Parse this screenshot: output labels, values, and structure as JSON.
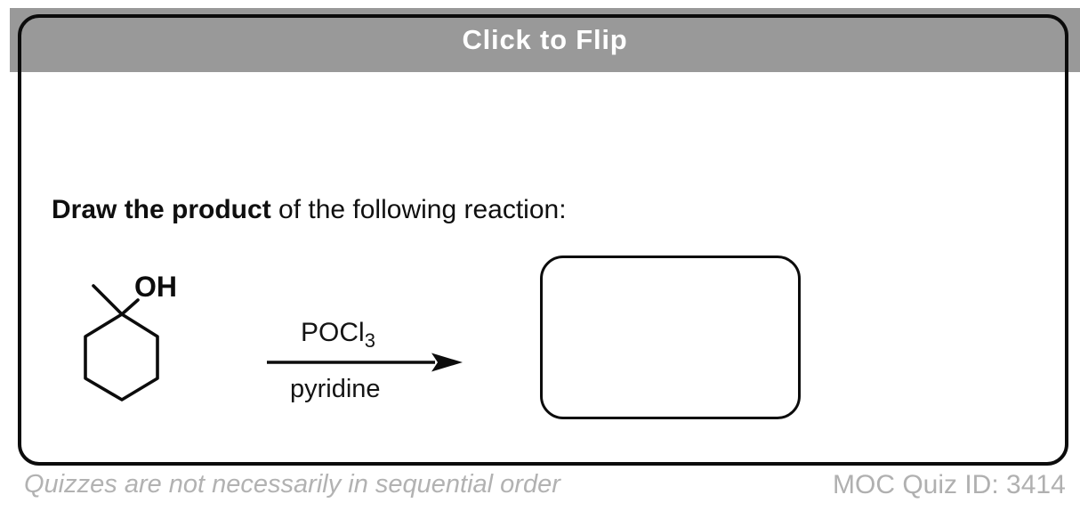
{
  "banner": {
    "label": "Click to Flip"
  },
  "question": {
    "bold": "Draw the product",
    "rest": " of the following reaction:"
  },
  "reaction": {
    "hydroxyl_label": "OH",
    "reagent_base": "POCl",
    "reagent_subscript": "3",
    "solvent": "pyridine"
  },
  "footer": {
    "note": "Quizzes are not necessarily in sequential order",
    "quiz_id_label": "MOC Quiz ID: 3414"
  },
  "colors": {
    "banner_bg": "#999999",
    "banner_text": "#ffffff",
    "ink": "#0c0c0c",
    "footer_text": "#b2b2b2"
  }
}
